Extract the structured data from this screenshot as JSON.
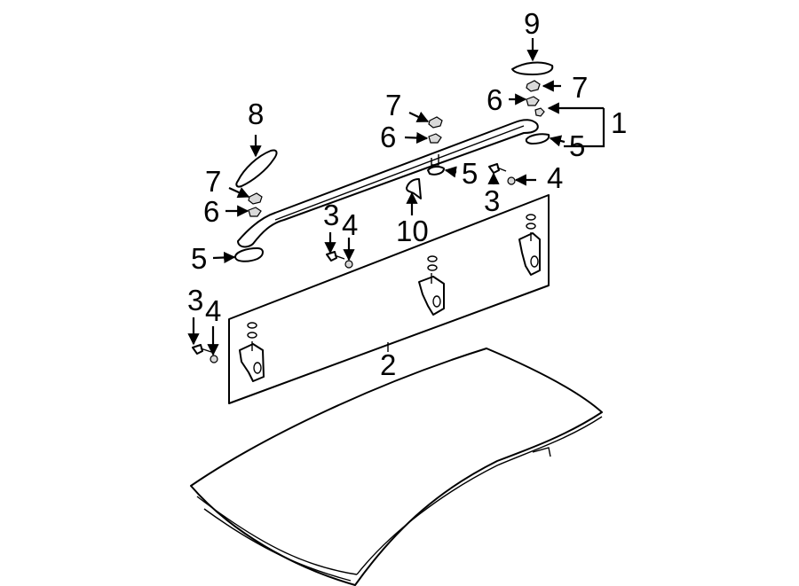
{
  "callouts": {
    "c1": "1",
    "c2": "2",
    "c3a": "3",
    "c3b": "3",
    "c3c": "3",
    "c4a": "4",
    "c4b": "4",
    "c4c": "4",
    "c5a": "5",
    "c5b": "5",
    "c5c": "5",
    "c6a": "6",
    "c6b": "6",
    "c6c": "6",
    "c7a": "7",
    "c7b": "7",
    "c7c": "7",
    "c8": "8",
    "c9": "9",
    "c10": "10"
  }
}
